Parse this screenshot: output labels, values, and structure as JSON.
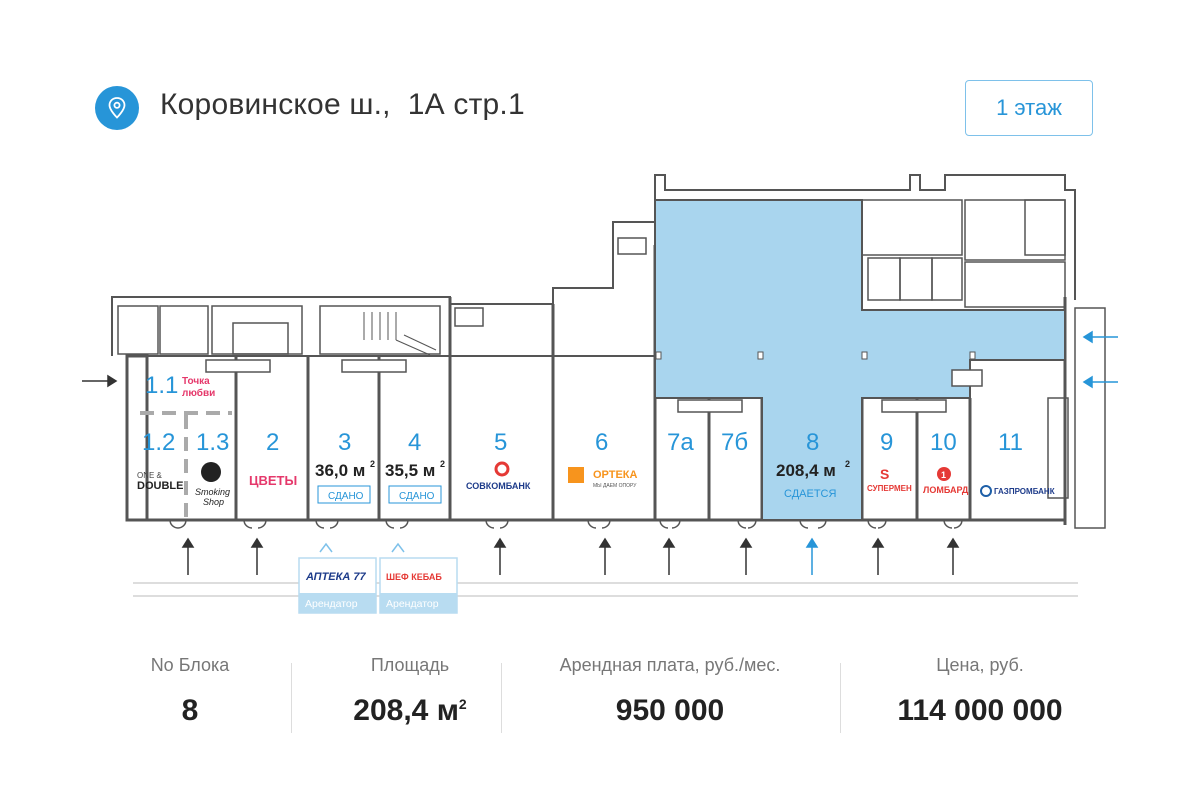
{
  "header": {
    "address": "Коровинское ш.,  1А стр.1",
    "pin_icon": "map-pin-icon",
    "floor_button": "1 этаж"
  },
  "colors": {
    "accent": "#2795d8",
    "selected_fill": "#a9d5ee",
    "wall": "#555555",
    "arrow_active": "#2795d8"
  },
  "units": {
    "u1_1": {
      "num": "1.1",
      "brand": "Точка\nлюбви"
    },
    "u1_2": {
      "num": "1.2",
      "brand": "ONE & DOUBLE"
    },
    "u1_3": {
      "num": "1.3",
      "brand": "Smoking Shop"
    },
    "u2": {
      "num": "2",
      "brand": "ЦВЕТЫ"
    },
    "u3": {
      "num": "3",
      "area": "36,0 м",
      "status": "СДАНО"
    },
    "u4": {
      "num": "4",
      "area": "35,5 м",
      "status": "СДАНО"
    },
    "u5": {
      "num": "5",
      "brand": "СОВКОМБАНК"
    },
    "u6": {
      "num": "6",
      "brand": "ОРТЕКА",
      "brand_sub": "МЫ ДАЕМ ОПОРУ"
    },
    "u7a": {
      "num": "7а"
    },
    "u7b": {
      "num": "7б"
    },
    "u8": {
      "num": "8",
      "area": "208,4 м",
      "status": "СДАЕТСЯ",
      "selected": true
    },
    "u9": {
      "num": "9",
      "brand": "СУПЕРМЕН"
    },
    "u10": {
      "num": "10",
      "brand": "ЛОМБАРД"
    },
    "u11": {
      "num": "11",
      "brand": "ГАЗПРОМБАНК"
    }
  },
  "tenants": [
    {
      "logo": "АПТЕКА 77",
      "caption": "Арендатор",
      "unit": "3"
    },
    {
      "logo": "ШЕФ КЕБАБ",
      "caption": "Арендатор",
      "unit": "4"
    }
  ],
  "stats": [
    {
      "label": "No Блока",
      "value": "8"
    },
    {
      "label": "Площадь",
      "value": "208,4 м",
      "sup": "2"
    },
    {
      "label": "Арендная плата, руб./мес.",
      "value": "950 000"
    },
    {
      "label": "Цена, руб.",
      "value": "114 000 000"
    }
  ]
}
